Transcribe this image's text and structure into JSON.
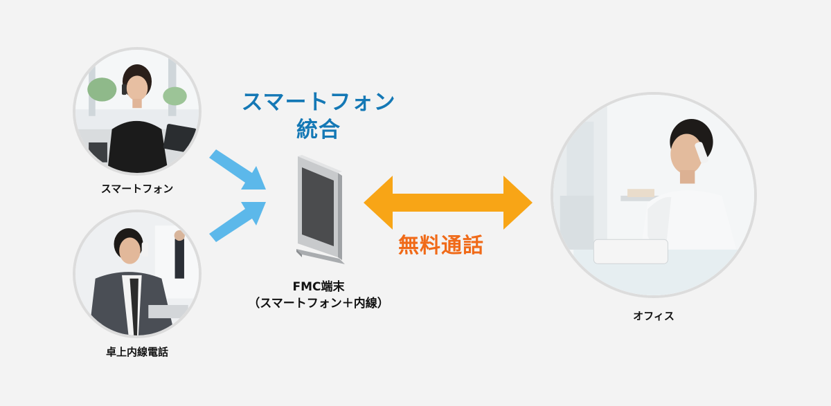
{
  "title": {
    "line1": "スマートフォン",
    "line2": "統合"
  },
  "nodes": {
    "smartphone": {
      "label": "スマートフォン"
    },
    "desk_phone": {
      "label": "卓上内線電話"
    },
    "fmc": {
      "line1": "FMC端末",
      "line2": "（スマートフォン＋内線）"
    },
    "office": {
      "label": "オフィス"
    }
  },
  "connection": {
    "label": "無料通話"
  },
  "colors": {
    "background": "#f3f3f3",
    "title": "#1478b5",
    "arrow_blue": "#5cb8ea",
    "arrow_orange": "#f8a516",
    "free_call_text": "#f06a18"
  }
}
